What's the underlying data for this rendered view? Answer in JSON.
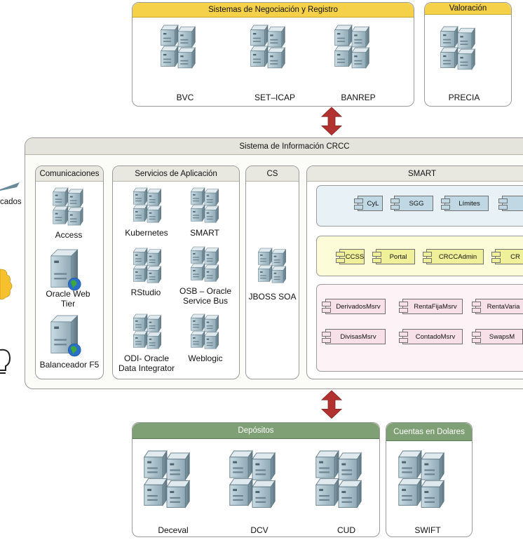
{
  "top": {
    "negociacion_title": "Sistemas de Negociación y Registro",
    "negociacion_items": [
      "BVC",
      "SET–ICAP",
      "BANREP"
    ],
    "valoracion_title": "Valoración",
    "valoracion_items": [
      "PRECIA"
    ]
  },
  "crcc": {
    "title": "Sistema de Información CRCC",
    "comunicaciones": {
      "title": "Comunicaciones",
      "items": [
        "Access",
        "Oracle Web Tier",
        "Balanceador F5"
      ]
    },
    "servicios": {
      "title": "Servicios de Aplicación",
      "items": [
        "Kubernetes",
        "SMART",
        "RStudio",
        "OSB – Oracle Service Bus",
        "ODI- Oracle Data Integrator",
        "Weblogic"
      ]
    },
    "cs": {
      "title": "CS",
      "items": [
        "JBOSS SOA"
      ]
    },
    "smart": {
      "title": "SMART",
      "blue": [
        "CyL",
        "SGG",
        "Límites"
      ],
      "yellow": [
        "CCSS",
        "Portal",
        "CRCCAdmin",
        "CR"
      ],
      "pink_row1": [
        "DerivadosMsrv",
        "RentaFijaMsrv",
        "RentaVaria"
      ],
      "pink_row2": [
        "DivisasMsrv",
        "ContadoMsrv",
        "SwapsM"
      ]
    }
  },
  "bottom": {
    "depositos_title": "Depósitos",
    "depositos_items": [
      "Deceval",
      "DCV",
      "CUD"
    ],
    "cuentas_title": "Cuentas en Dolares",
    "cuentas_items": [
      "SWIFT"
    ]
  },
  "left_edge": {
    "label_fragment": "cados"
  },
  "colors": {
    "header_yellow": "#f5d049",
    "header_green": "#7f9f74",
    "header_grey": "#e4e4dc",
    "arrow_red": "#b2322f",
    "lane_blue": "#e8f1f5",
    "lane_yellow": "#fdfcd8",
    "lane_pink": "#fdf3f6"
  }
}
